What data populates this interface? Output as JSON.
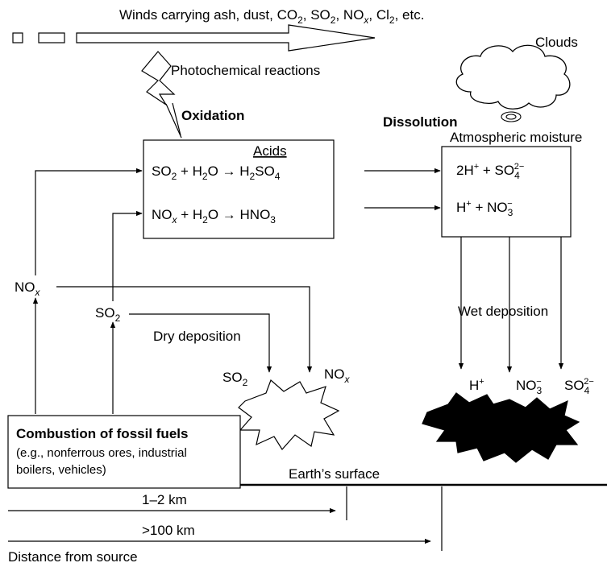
{
  "winds": {
    "prefix": "Winds carrying ash, dust, CO",
    "co2_sub": "2",
    "sep1": ", SO",
    "so2_sub": "2",
    "sep2": ", NO",
    "nox_sub": "x",
    "sep3": ", Cl",
    "cl2_sub": "2",
    "suffix": ", etc."
  },
  "clouds_label": "Clouds",
  "photochemical_label": "Photochemical reactions",
  "oxidation_label": "Oxidation",
  "dissolution_label": "Dissolution",
  "atmospheric_moisture_label": "Atmospheric moisture",
  "acids_label": "Acids",
  "equation1": {
    "so": "SO",
    "so_sub": "2",
    "mid": " + H",
    "h_sub": "2",
    "o_arrow_h": "O → H",
    "h2_sub": "2",
    "so4": "SO",
    "so4_sub": "4"
  },
  "equation2": {
    "no": "NO",
    "no_sub": "x",
    "mid": " + H",
    "h_sub": "2",
    "o_arrow": "O → HNO",
    "hno_sub": "3"
  },
  "ions1": {
    "two_h": "2H",
    "h_sup": "+",
    "plus_so": " + SO",
    "so_sub": "4",
    "so_sup": "2−"
  },
  "ions2": {
    "h": "H",
    "h_sup": "+",
    "plus_no": " + NO",
    "no_sub": "3",
    "no_sup": "−"
  },
  "nox_source": {
    "base": "NO",
    "sub": "x"
  },
  "so2_source": {
    "base": "SO",
    "sub": "2"
  },
  "dry_deposition_label": "Dry deposition",
  "wet_deposition_label": "Wet deposition",
  "dry_so2": {
    "base": "SO",
    "sub": "2"
  },
  "dry_nox": {
    "base": "NO",
    "sub": "x"
  },
  "wet_h": {
    "base": "H",
    "sup": "+"
  },
  "wet_no3": {
    "base": "NO",
    "sub": "3",
    "sup": "−"
  },
  "wet_so4": {
    "base": "SO",
    "sub": "4",
    "sup": "2−"
  },
  "combustion_title": "Combustion of fossil fuels",
  "combustion_desc_line1": "(e.g., nonferrous ores, industrial",
  "combustion_desc_line2": "boilers, vehicles)",
  "earth_surface_label": "Earth’s surface",
  "distance1_label": "1–2 km",
  "distance2_label": ">100 km",
  "distance_caption": "Distance from source"
}
